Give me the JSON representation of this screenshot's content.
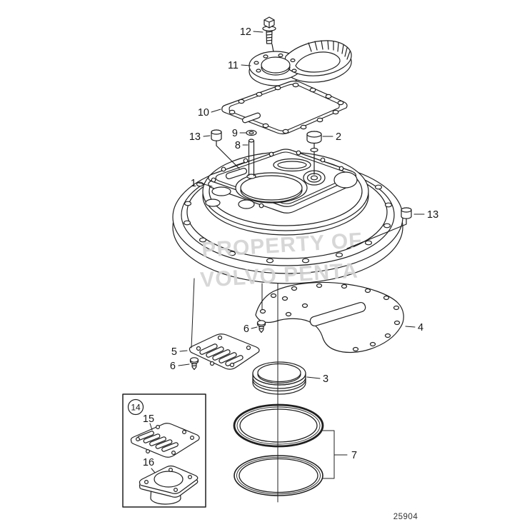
{
  "diagram": {
    "watermark": {
      "line1": "PROPERTY OF",
      "line2": "VOLVO PENTA"
    },
    "figure_number": "25904",
    "callouts": {
      "c1": "1",
      "c2": "2",
      "c3": "3",
      "c4": "4",
      "c5": "5",
      "c6_upper": "6",
      "c6_lower": "6",
      "c7": "7",
      "c8": "8",
      "c9": "9",
      "c10": "10",
      "c11": "11",
      "c12": "12",
      "c13_left": "13",
      "c13_right": "13",
      "c14": "14",
      "c15": "15",
      "c16": "16"
    }
  }
}
